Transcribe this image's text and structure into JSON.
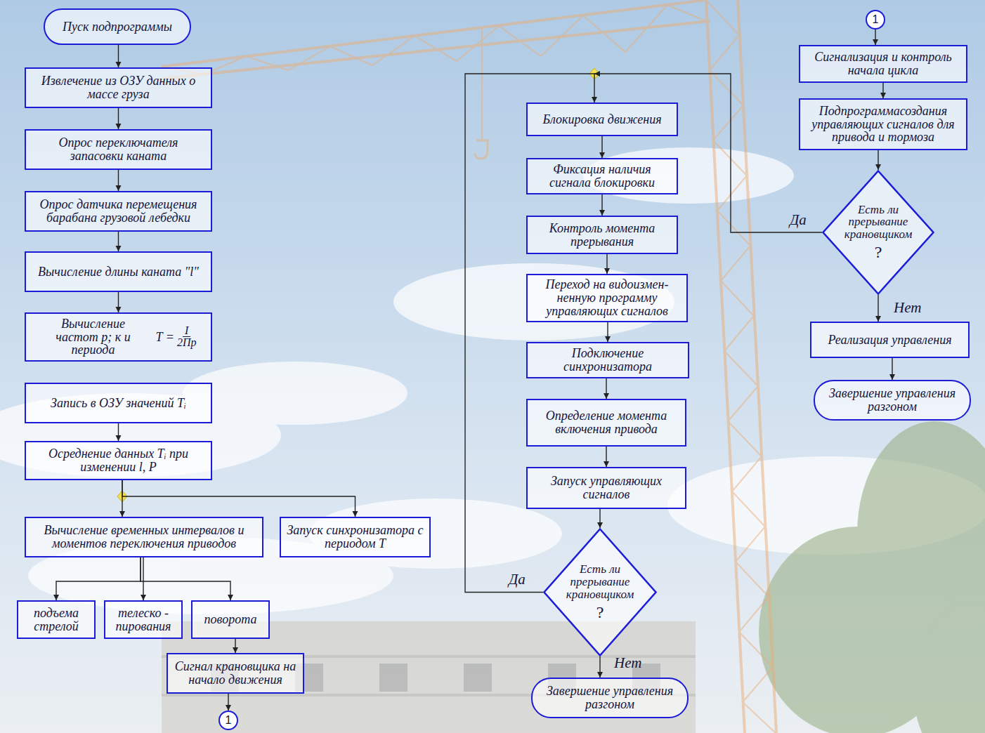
{
  "diagram": {
    "nodes": [
      {
        "text": [
          "Пуск подпрограммы"
        ]
      },
      {
        "text": [
          "Извлечение из ОЗУ данных о массе груза"
        ]
      },
      {
        "text": [
          "Опрос переключателя запасовки каната"
        ]
      },
      {
        "text": [
          "Опрос датчика перемещения барабана грузовой лебедки"
        ]
      },
      {
        "text": [
          "Вычисление длины каната \"l\""
        ]
      },
      {
        "text": [
          "Вычисление частот p; к и периода",
          "T =",
          "I",
          "2Пp"
        ]
      },
      {
        "text": [
          "Запись в ОЗУ значений Tᵢ"
        ]
      },
      {
        "text": [
          "Осреднение данных Tᵢ при изменении l, P"
        ]
      },
      {
        "text": [
          "Вычисление временных интервалов и моментов переключения приводов"
        ]
      },
      {
        "text": [
          "Запуск синхронизатора с периодом T"
        ]
      },
      {
        "text": [
          "подъема стрелой"
        ]
      },
      {
        "text": [
          "телеско - пирования"
        ]
      },
      {
        "text": [
          "поворота"
        ]
      },
      {
        "text": [
          "Сигнал крановщика на начало движения"
        ]
      },
      {
        "text": [
          "1"
        ]
      },
      {
        "text": [
          "Блокировка движения"
        ]
      },
      {
        "text": [
          "Фиксация наличия сигнала блокировки"
        ]
      },
      {
        "text": [
          "Контроль момента прерывания"
        ]
      },
      {
        "text": [
          "Переход на видоизмен- ненную программу управляющих сигналов"
        ]
      },
      {
        "text": [
          "Подключение синхронизатора"
        ]
      },
      {
        "text": [
          "Определение момента включения привода"
        ]
      },
      {
        "text": [
          "Запуск управляющих сигналов"
        ]
      },
      {
        "text": [
          "Есть ли прерывание крановщиком",
          "?"
        ]
      },
      {
        "text": [
          "Завершение управления разгоном"
        ]
      },
      {
        "text": [
          "1"
        ]
      },
      {
        "text": [
          "Сигнализация и контроль начала цикла"
        ]
      },
      {
        "text": [
          "Подпрограммасоздания управляющих сигналов для привода и тормоза"
        ]
      },
      {
        "text": [
          "Есть ли прерывание крановщиком",
          "?"
        ]
      },
      {
        "text": [
          "Реализация управления"
        ]
      },
      {
        "text": [
          "Завершение управления разгоном"
        ]
      }
    ],
    "edges": [
      {
        "from": 0,
        "to": 1,
        "arrow": "to"
      },
      {
        "from": 1,
        "to": 2,
        "arrow": "to"
      },
      {
        "from": 2,
        "to": 3,
        "arrow": "to"
      },
      {
        "from": 3,
        "to": 4,
        "arrow": "to"
      },
      {
        "from": 4,
        "to": 5,
        "arrow": "to"
      },
      {
        "from": 6,
        "to": 7,
        "arrow": "to"
      },
      {
        "from": 7,
        "to": 8,
        "arrow": "to"
      },
      {
        "from": 7,
        "to": 9,
        "arrow": "to"
      },
      {
        "from": 8,
        "to": 10,
        "arrow": "to"
      },
      {
        "from": 8,
        "to": 11,
        "arrow": "to"
      },
      {
        "from": 8,
        "to": 12,
        "arrow": "to"
      },
      {
        "from": 12,
        "to": 13,
        "arrow": "to"
      },
      {
        "from": 13,
        "to": 14,
        "arrow": "to"
      },
      {
        "from": 15,
        "to": 16,
        "arrow": "to"
      },
      {
        "from": 16,
        "to": 17,
        "arrow": "to"
      },
      {
        "from": 17,
        "to": 18,
        "arrow": "to"
      },
      {
        "from": 18,
        "to": 19,
        "arrow": "to"
      },
      {
        "from": 19,
        "to": 20,
        "arrow": "to"
      },
      {
        "from": 20,
        "to": 21,
        "arrow": "to"
      },
      {
        "from": 21,
        "to": 22,
        "arrow": "to"
      },
      {
        "from": 22,
        "to": 23,
        "label": "Нет",
        "arrow": "to"
      },
      {
        "from": 22,
        "to": 15,
        "label": "Да",
        "arrow": "to"
      },
      {
        "from": 24,
        "to": 25,
        "arrow": "to"
      },
      {
        "from": 25,
        "to": 26,
        "arrow": "to"
      },
      {
        "from": 26,
        "to": 27,
        "arrow": "to"
      },
      {
        "from": 27,
        "to": 28,
        "label": "Нет",
        "arrow": "to"
      },
      {
        "from": 28,
        "to": 29,
        "arrow": "to"
      },
      {
        "from": 27,
        "to": 15,
        "label": "Да",
        "arrow": "to"
      }
    ]
  }
}
